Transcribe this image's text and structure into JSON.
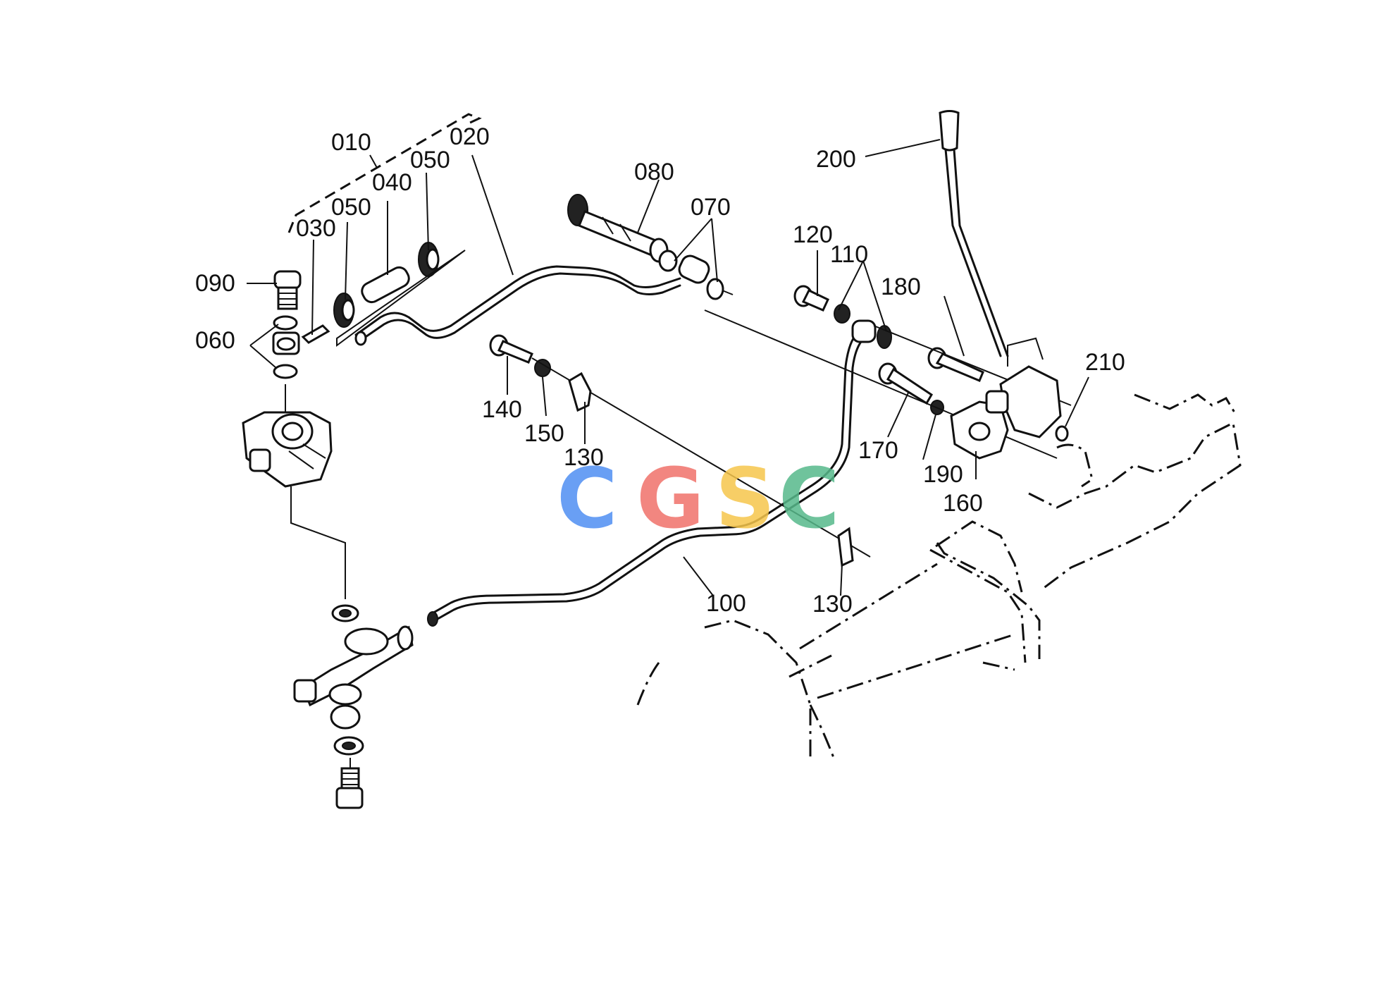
{
  "callouts": {
    "c010": "010",
    "c020": "020",
    "c030": "030",
    "c040": "040",
    "c050a": "050",
    "c050b": "050",
    "c060": "060",
    "c070": "070",
    "c080": "080",
    "c090": "090",
    "c100": "100",
    "c110": "110",
    "c120": "120",
    "c130a": "130",
    "c130b": "130",
    "c140": "140",
    "c150": "150",
    "c160": "160",
    "c170": "170",
    "c180": "180",
    "c190": "190",
    "c200": "200",
    "c210": "210"
  },
  "watermark": {
    "letters": [
      "C",
      "G",
      "S",
      "C"
    ],
    "colors": [
      "#4f8ff3",
      "#f0726a",
      "#f6c64c",
      "#57b98b"
    ]
  }
}
